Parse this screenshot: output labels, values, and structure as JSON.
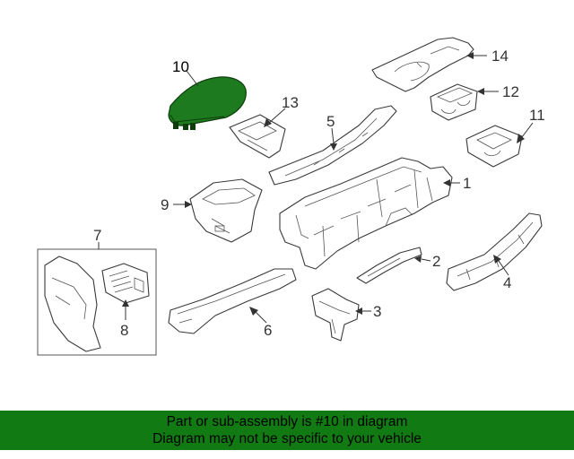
{
  "diagram": {
    "callouts": {
      "c1": "1",
      "c2": "2",
      "c3": "3",
      "c4": "4",
      "c5": "5",
      "c6": "6",
      "c7": "7",
      "c8": "8",
      "c9": "9",
      "c10": "10",
      "c11": "11",
      "c12": "12",
      "c13": "13",
      "c14": "14"
    },
    "highlighted_part": "10",
    "highlight_color": "#1e7a1e",
    "banner_color": "#127a12"
  },
  "banner": {
    "line1": "Part or sub-assembly is #10 in diagram",
    "line2": "Diagram may not be specific to your vehicle"
  }
}
